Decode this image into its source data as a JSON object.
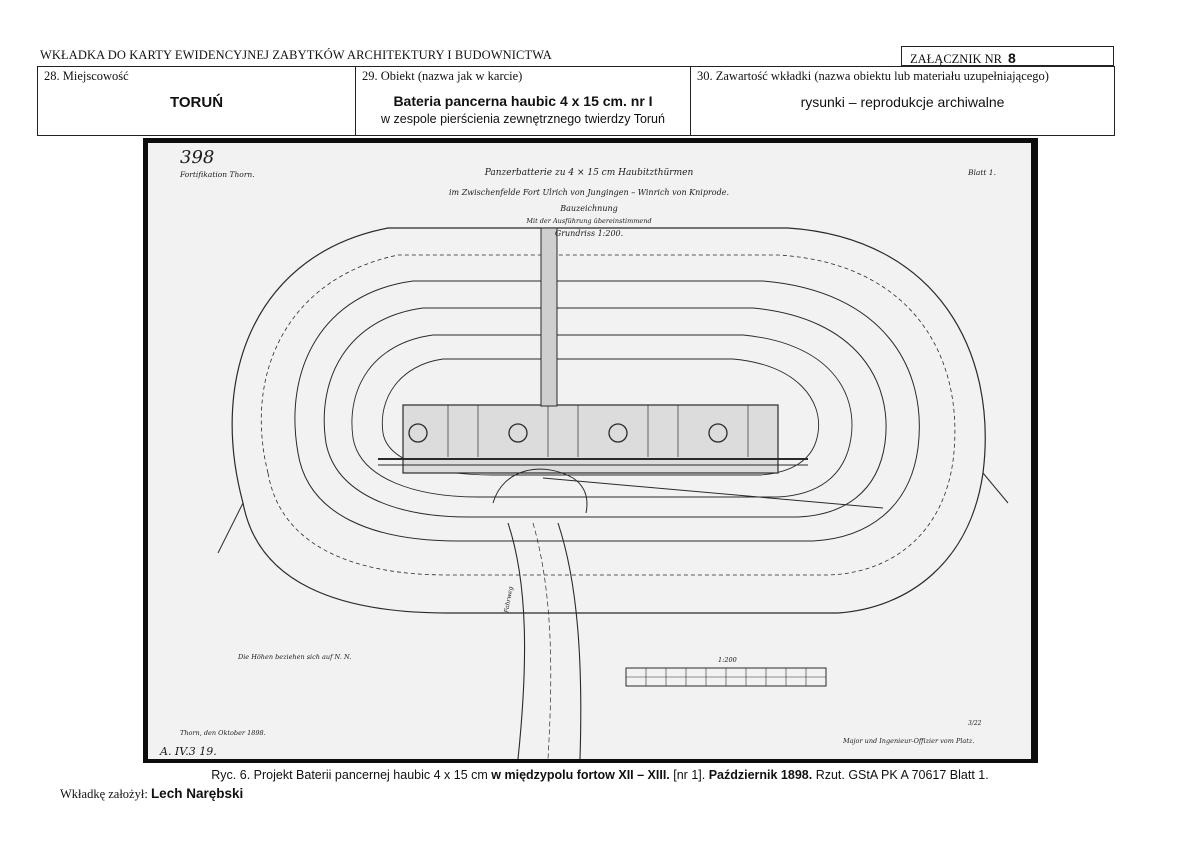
{
  "header": {
    "title": "WKŁADKA DO KARTY EWIDENCYJNEJ ZABYTKÓW ARCHITEKTURY I BUDOWNICTWA",
    "annex_label": "ZAŁĄCZNIK NR",
    "annex_number": "8"
  },
  "form": {
    "locality_label": "28. Miejscowość",
    "locality_value": "TORUŃ",
    "object_label": "29. Obiekt (nazwa jak w karcie)",
    "object_name": "Bateria pancerna haubic 4 x 15 cm. nr I",
    "object_context": "w zespole pierścienia zewnętrznego twierdzy Toruń",
    "contents_label": "30. Zawartość wkładki (nazwa obiektu lub materiału uzupełniającego)",
    "contents_value": "rysunki – reprodukcje archiwalne"
  },
  "drawing": {
    "archive_number": "398",
    "stamp": "Fortifikation Thorn.",
    "sheet": "Blatt 1.",
    "title_lines": [
      "Panzerbatterie zu 4 × 15 cm Haubitzthürmen",
      "im Zwischenfelde Fort Ulrich von Jungingen – Winrich von Kniprode.",
      "Bauzeichnung",
      "Mit der Ausführung übereinstimmend",
      "Grundriss 1:200."
    ],
    "heights_note": "Die Höhen beziehen sich auf N. N.",
    "place_date": "Thorn, den Oktober 1898.",
    "signature": "Major und Ingenieur-Offizier vom Platz.",
    "scale_label": "1:200",
    "corner_mark": "A. IV.3 19.",
    "road_label": "Fahrweg",
    "side_code": "3/22"
  },
  "caption": {
    "part1": "Ryc. 6. Projekt Baterii pancernej haubic 4 x 15 cm ",
    "part2": "w międzypolu fortow XII – XIII.",
    "part3": " [nr 1]. ",
    "part4": "Październik 1898.",
    "part5": " Rzut. GStA PK A 70617 Blatt 1."
  },
  "footer": {
    "label": "Wkładkę założył:",
    "author": "Lech Narębski"
  }
}
